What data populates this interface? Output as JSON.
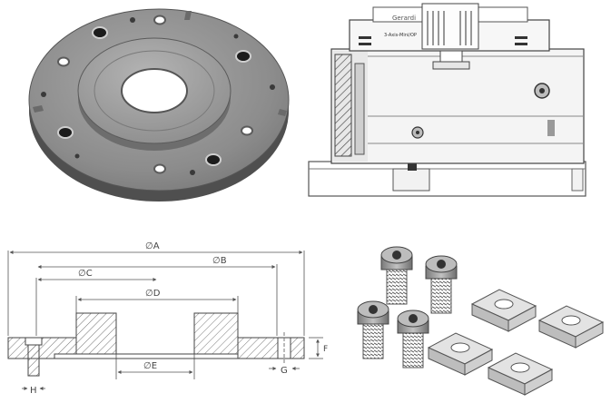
{
  "drawing": {
    "dims": {
      "a": "∅A",
      "b": "∅B",
      "c": "∅C",
      "d": "∅D",
      "e": "∅E",
      "f": "F",
      "g": "G",
      "h": "H"
    }
  },
  "vise": {
    "brand": "Gerardi",
    "label_line": "3-Axis-Mini/OP"
  },
  "colors": {
    "plate_top": "#8a8a8a",
    "plate_side": "#5c5c5c",
    "line": "#444444",
    "hatch": "#777777",
    "steel": "#9a9a9a"
  }
}
